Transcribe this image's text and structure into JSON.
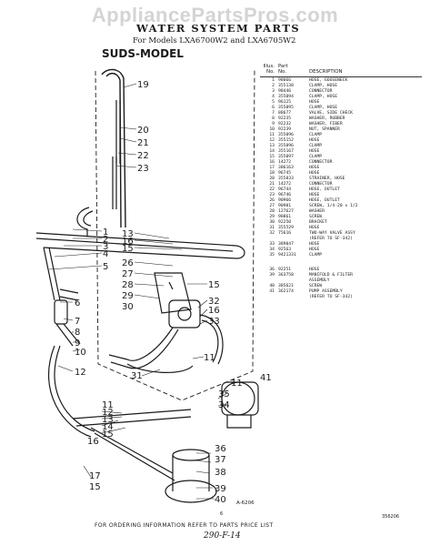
{
  "watermark": "AppliancePartsPros.com",
  "header": {
    "title": "WATER SYSTEM PARTS",
    "subtitle": "For Models LXA6700W2 and LXA6705W2",
    "model_label": "SUDS-MODEL"
  },
  "parts_table": {
    "head_top": [
      "Illus.",
      "Part"
    ],
    "head_bottom": [
      "No.",
      "No.",
      "DESCRIPTION"
    ],
    "rows": [
      {
        "no": "1",
        "part": "98066",
        "desc": "HOSE, GOOSENECK"
      },
      {
        "no": "2",
        "part": "355138",
        "desc": "CLAMP, HOSE"
      },
      {
        "no": "3",
        "part": "98446",
        "desc": "CONNECTOR"
      },
      {
        "no": "4",
        "part": "355094",
        "desc": "CLAMP, HOSE"
      },
      {
        "no": "5",
        "part": "96125",
        "desc": "HOSE"
      },
      {
        "no": "6",
        "part": "355095",
        "desc": "CLAMP, HOSE"
      },
      {
        "no": "7",
        "part": "88677",
        "desc": "VALVE, SIDE CHECK"
      },
      {
        "no": "8",
        "part": "92235",
        "desc": "WASHER, RUBBER"
      },
      {
        "no": "9",
        "part": "92232",
        "desc": "WASHER, FIBER"
      },
      {
        "no": "10",
        "part": "92239",
        "desc": "NUT, SPANNER"
      },
      {
        "no": "11",
        "part": "355096",
        "desc": "CLAMP"
      },
      {
        "no": "12",
        "part": "355152",
        "desc": "HOSE"
      },
      {
        "no": "13",
        "part": "355096",
        "desc": "CLAMP"
      },
      {
        "no": "14",
        "part": "355167",
        "desc": "HOSE"
      },
      {
        "no": "15",
        "part": "355097",
        "desc": "CLAMP"
      },
      {
        "no": "16",
        "part": "14272",
        "desc": "CONNECTOR"
      },
      {
        "no": "17",
        "part": "386163",
        "desc": "HOSE"
      },
      {
        "no": "18",
        "part": "96745",
        "desc": "HOSE"
      },
      {
        "no": "20",
        "part": "355833",
        "desc": "STRAINER, HOSE"
      },
      {
        "no": "21",
        "part": "14272",
        "desc": "CONNECTOR"
      },
      {
        "no": "22",
        "part": "96744",
        "desc": "HOSE, OUTLET"
      },
      {
        "no": "23",
        "part": "96746",
        "desc": "HOSE"
      },
      {
        "no": "26",
        "part": "90966",
        "desc": "HOSE, OUTLET"
      },
      {
        "no": "27",
        "part": "90901",
        "desc": "SCREW, 1/4-20 x 1/2"
      },
      {
        "no": "28",
        "part": "127627",
        "desc": "WASHER"
      },
      {
        "no": "29",
        "part": "98861",
        "desc": "SCREW"
      },
      {
        "no": "30",
        "part": "92250",
        "desc": "BRACKET"
      },
      {
        "no": "31",
        "part": "355529",
        "desc": "HOSE"
      },
      {
        "no": "32",
        "part": "75616",
        "desc": "TWO-WAY VALVE ASSY"
      },
      {
        "no": "",
        "part": "",
        "desc": "(REFER TO SF-342)"
      },
      {
        "no": "33",
        "part": "389047",
        "desc": "HOSE"
      },
      {
        "no": "34",
        "part": "92563",
        "desc": "HOSE"
      },
      {
        "no": "35",
        "part": "9421331",
        "desc": "CLAMP"
      },
      {
        "gap": true
      },
      {
        "no": "36",
        "part": "92251",
        "desc": "HOSE"
      },
      {
        "no": "39",
        "part": "363758",
        "desc": "MANIFOLD & FILTER"
      },
      {
        "no": "",
        "part": "",
        "desc": "ASSEMBLY"
      },
      {
        "no": "40",
        "part": "385621",
        "desc": "SCREW"
      },
      {
        "no": "41",
        "part": "362174",
        "desc": "PUMP ASSEMBLY"
      },
      {
        "no": "",
        "part": "",
        "desc": "(REFER TO SF-342)"
      }
    ]
  },
  "callouts": [
    "19",
    "20",
    "21",
    "22",
    "23",
    "1",
    "2",
    "3",
    "4",
    "5",
    "13",
    "16",
    "15",
    "26",
    "27",
    "28",
    "29",
    "30",
    "15",
    "32",
    "16",
    "33",
    "11",
    "6",
    "7",
    "8",
    "9",
    "10",
    "12",
    "31",
    "11",
    "41",
    "11",
    "12",
    "13",
    "14",
    "15",
    "16",
    "35",
    "34",
    "36",
    "37",
    "38",
    "39",
    "40",
    "17",
    "15"
  ],
  "footer": {
    "note": "FOR ORDERING INFORMATION REFER TO PARTS PRICE LIST",
    "page": "6",
    "drawing_no": "A-6206",
    "doc_code": "356206",
    "handwritten": "290-F-14"
  }
}
